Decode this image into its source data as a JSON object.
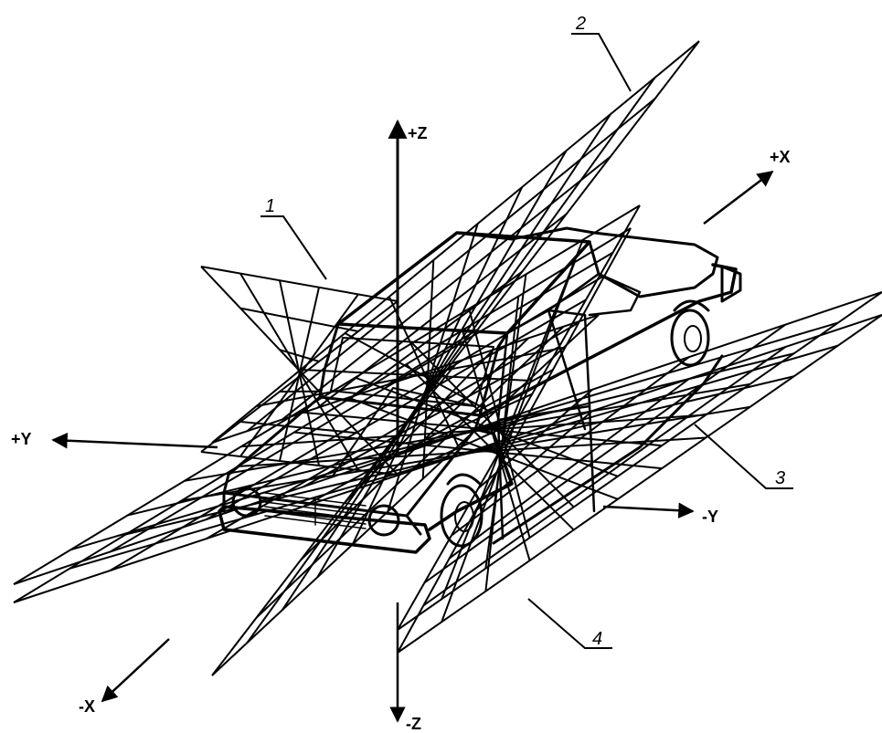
{
  "diagram": {
    "callouts": [
      {
        "id": "1",
        "label": "1"
      },
      {
        "id": "2",
        "label": "2"
      },
      {
        "id": "3",
        "label": "3"
      },
      {
        "id": "4",
        "label": "4"
      }
    ],
    "axes": {
      "plus_z": "+Z",
      "minus_z": "-Z",
      "plus_x": "+X",
      "minus_x": "-X",
      "plus_y": "+Y",
      "minus_y": "-Y"
    },
    "colors": {
      "ink": "#000000",
      "background": "#ffffff"
    }
  }
}
